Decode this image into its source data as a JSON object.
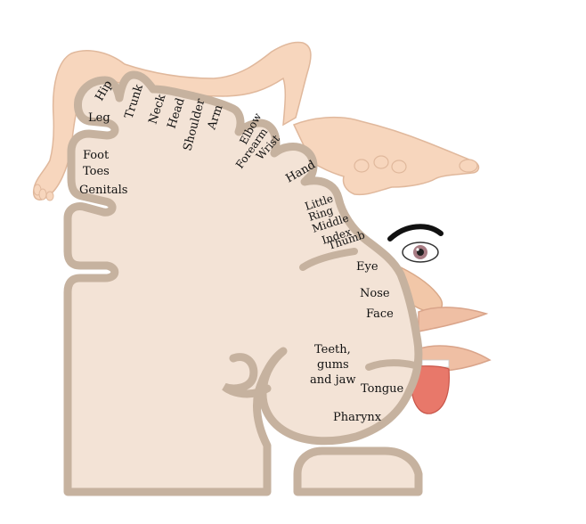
{
  "labels": {
    "hip": "Hip",
    "trunk": "Trunk",
    "neck": "Neck",
    "head": "Head",
    "shoulder": "Shoulder",
    "arm": "Arm",
    "elbow": "Elbow",
    "forearm": "Forearm",
    "wrist": "Wrist",
    "hand": "Hand",
    "leg": "Leg",
    "foot": "Foot",
    "toes": "Toes",
    "genitals": "Genitals",
    "little": "Little",
    "ring": "Ring",
    "middle": "Middle",
    "index": "Index",
    "thumb": "Thumb",
    "eye": "Eye",
    "nose": "Nose",
    "face": "Face",
    "teeth_1": "Teeth,",
    "teeth_2": "gums",
    "teeth_3": "and jaw",
    "tongue": "Tongue",
    "pharynx": "Pharynx"
  },
  "colors": {
    "cortex_fill": "#f3e3d6",
    "cortex_outline": "#c6b29f",
    "body_skin": "#f7d6bd",
    "body_outline": "#e0b89c",
    "lips": "#efbfa4",
    "tongue": "#e8786a",
    "brow": "#111111",
    "iris": "#a87c84"
  },
  "icons": [
    "leg-figure-illustration",
    "hand-illustration",
    "eye-illustration",
    "nose-illustration",
    "lips-illustration",
    "tongue-illustration"
  ]
}
